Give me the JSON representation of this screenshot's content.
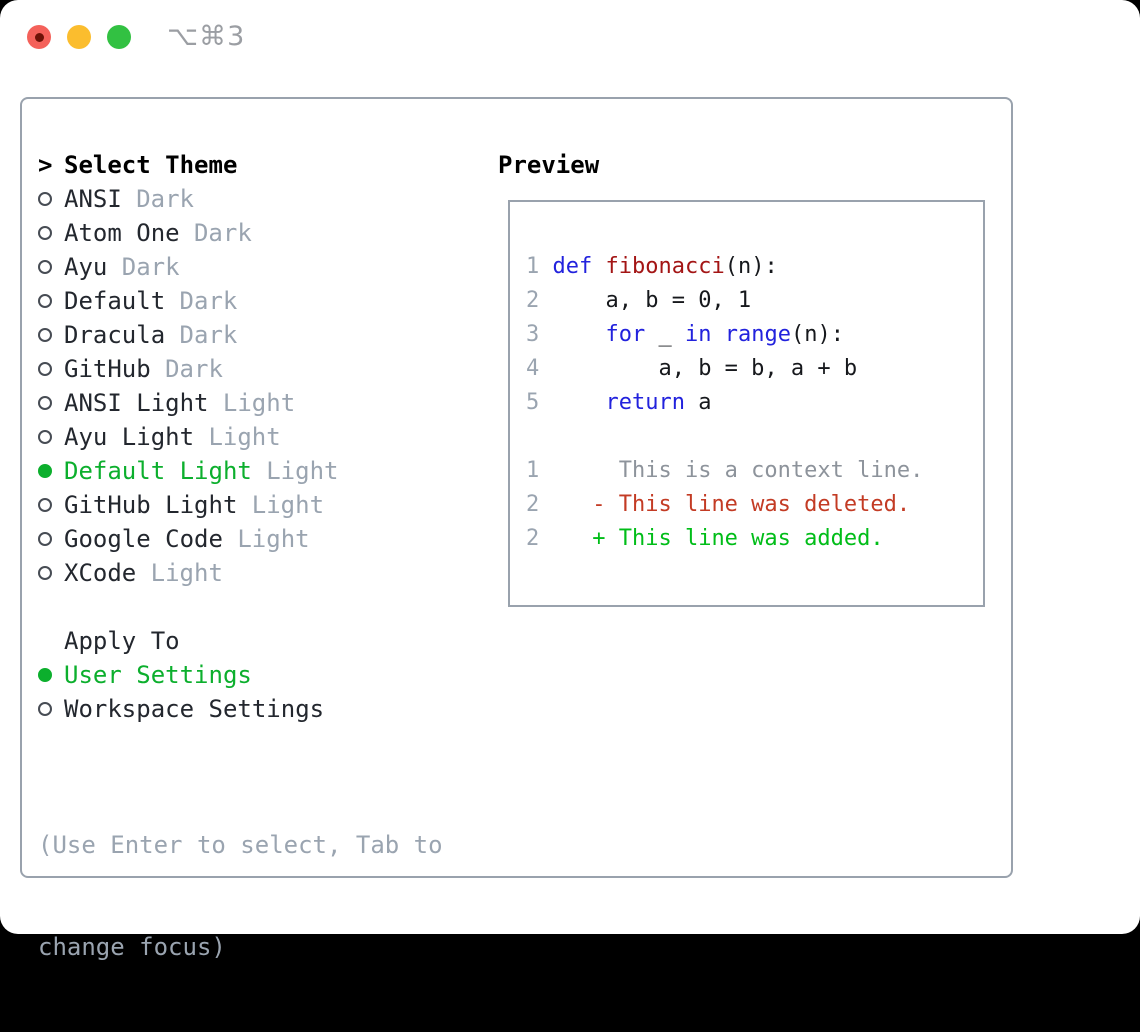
{
  "window": {
    "shortcut": "⌥⌘3"
  },
  "theme_panel": {
    "cursor": ">",
    "title": "Select Theme",
    "themes": [
      {
        "name": "ANSI",
        "variant": "Dark",
        "selected": false
      },
      {
        "name": "Atom One",
        "variant": "Dark",
        "selected": false
      },
      {
        "name": "Ayu",
        "variant": "Dark",
        "selected": false
      },
      {
        "name": "Default",
        "variant": "Dark",
        "selected": false
      },
      {
        "name": "Dracula",
        "variant": "Dark",
        "selected": false
      },
      {
        "name": "GitHub",
        "variant": "Dark",
        "selected": false
      },
      {
        "name": "ANSI Light",
        "variant": "Light",
        "selected": false
      },
      {
        "name": "Ayu Light",
        "variant": "Light",
        "selected": false
      },
      {
        "name": "Default Light",
        "variant": "Light",
        "selected": true
      },
      {
        "name": "GitHub Light",
        "variant": "Light",
        "selected": false
      },
      {
        "name": "Google Code",
        "variant": "Light",
        "selected": false
      },
      {
        "name": "XCode",
        "variant": "Light",
        "selected": false
      }
    ],
    "apply_to": {
      "title": "Apply To",
      "options": [
        {
          "label": "User Settings",
          "selected": true
        },
        {
          "label": "Workspace Settings",
          "selected": false
        }
      ]
    },
    "hint_line1": "(Use Enter to select, Tab to",
    "hint_line2": "change focus)"
  },
  "preview_panel": {
    "title": "Preview",
    "lines": [
      [
        [
          "ln",
          "1"
        ],
        [
          "pl",
          " "
        ],
        [
          "kw",
          "def"
        ],
        [
          "pl",
          " "
        ],
        [
          "fn",
          "fibonacci"
        ],
        [
          "pl",
          "(n):"
        ]
      ],
      [
        [
          "ln",
          "2"
        ],
        [
          "pl",
          "     a, b = 0, 1"
        ]
      ],
      [
        [
          "ln",
          "3"
        ],
        [
          "pl",
          "     "
        ],
        [
          "kw",
          "for"
        ],
        [
          "pl",
          " _ "
        ],
        [
          "kw",
          "in"
        ],
        [
          "pl",
          " "
        ],
        [
          "kw",
          "range"
        ],
        [
          "pl",
          "(n):"
        ]
      ],
      [
        [
          "ln",
          "4"
        ],
        [
          "pl",
          "         a, b = b, a + b"
        ]
      ],
      [
        [
          "ln",
          "5"
        ],
        [
          "pl",
          "     "
        ],
        [
          "kw",
          "return"
        ],
        [
          "pl",
          " a"
        ]
      ],
      [],
      [
        [
          "ln",
          "1"
        ],
        [
          "ctx",
          "      This is a context line."
        ]
      ],
      [
        [
          "ln",
          "2"
        ],
        [
          "pl",
          "    "
        ],
        [
          "del",
          "- This line was deleted."
        ]
      ],
      [
        [
          "ln",
          "2"
        ],
        [
          "pl",
          "    "
        ],
        [
          "add",
          "+ This line was added."
        ]
      ]
    ]
  },
  "colors": {
    "border_gray": "#99a2ad",
    "muted_gray": "#9aa4b0",
    "context_gray": "#8d939b",
    "text_dark": "#23272e",
    "keyword_blue": "#2222dd",
    "function_red": "#a31515",
    "deleted_red": "#c33b24",
    "added_green": "#00bd18",
    "selected_green": "#0caf2d",
    "traffic_red": "#f4615a",
    "traffic_yellow": "#fbbd2e",
    "traffic_green": "#32c142"
  }
}
